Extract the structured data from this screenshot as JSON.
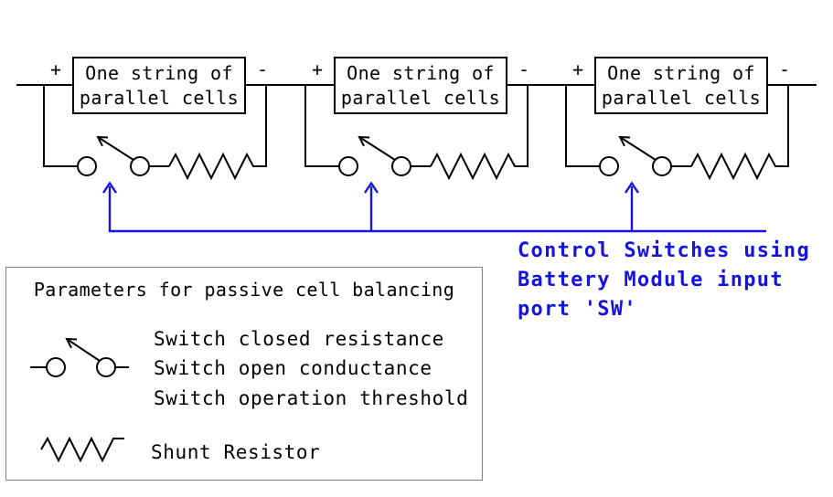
{
  "diagram": {
    "modules": {
      "plus": "+",
      "minus": "-",
      "items": [
        {
          "line1": "One string of",
          "line2": "parallel cells"
        },
        {
          "line1": "One string of",
          "line2": "parallel cells"
        },
        {
          "line1": "One string of",
          "line2": "parallel cells"
        }
      ]
    },
    "annotation": {
      "line1": "Control Switches using",
      "line2": "Battery Module input",
      "line3": "port 'SW'"
    }
  },
  "legend": {
    "title": "Parameters for passive cell balancing",
    "switch_item": {
      "icon": "switch-icon",
      "line1": "Switch closed resistance",
      "line2": "Switch open conductance",
      "line3": "Switch operation threshold"
    },
    "resistor_item": {
      "icon": "resistor-icon",
      "label": "Shunt Resistor"
    }
  },
  "colors": {
    "wire": "#000000",
    "annotation_blue": "#1414dc",
    "legend_border": "#808080",
    "background": "#ffffff"
  }
}
